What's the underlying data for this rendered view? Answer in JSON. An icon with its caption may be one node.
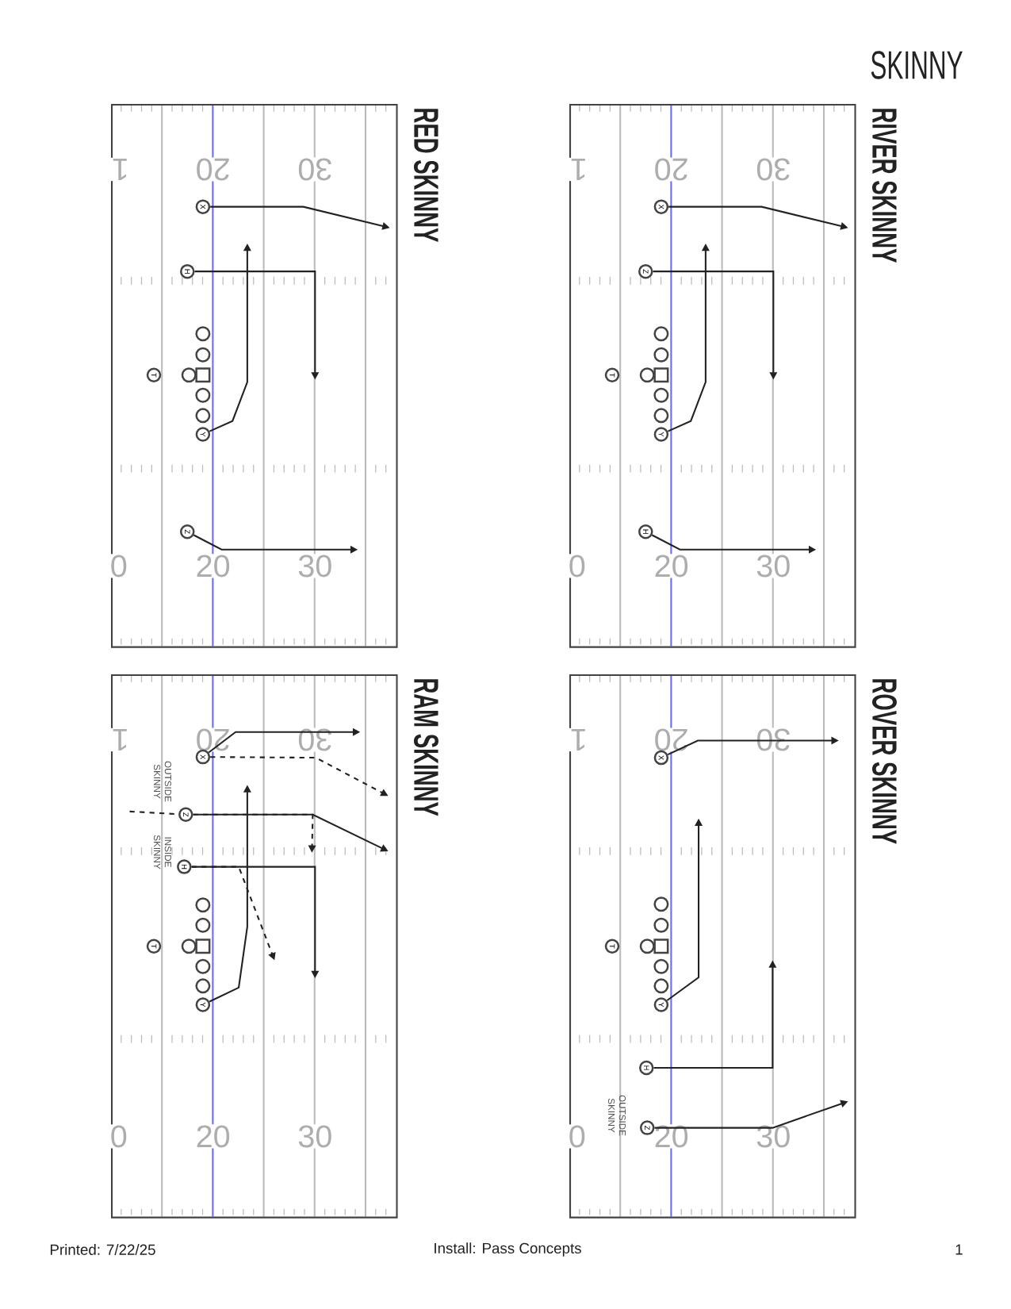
{
  "diagram": {
    "title": "SKINNY",
    "nodes": [
      {
        "text": [
          "RED SKINNY",
          "1",
          "20",
          "30",
          "0",
          "20",
          "30"
        ]
      },
      {
        "text": [
          "X"
        ],
        "in": 0
      },
      {
        "text": [
          "H"
        ],
        "in": 0
      },
      {
        "text": [],
        "shape": "circle",
        "in": 0
      },
      {
        "text": [],
        "shape": "circle",
        "in": 0
      },
      {
        "text": [
          "T"
        ],
        "in": 0
      },
      {
        "text": [],
        "shape": "circle",
        "in": 0
      },
      {
        "text": [],
        "shape": "box",
        "in": 0
      },
      {
        "text": [],
        "shape": "circle",
        "in": 0
      },
      {
        "text": [],
        "shape": "circle",
        "in": 0
      },
      {
        "text": [
          "Y"
        ],
        "in": 0
      },
      {
        "text": [
          "Z"
        ],
        "in": 0
      },
      {
        "text": [
          "RIVER SKINNY",
          "1",
          "20",
          "30",
          "0",
          "20",
          "30"
        ]
      },
      {
        "text": [
          "X"
        ],
        "in": 12
      },
      {
        "text": [
          "Z"
        ],
        "in": 12
      },
      {
        "text": [],
        "shape": "circle",
        "in": 12
      },
      {
        "text": [],
        "shape": "circle",
        "in": 12
      },
      {
        "text": [
          "T"
        ],
        "in": 12
      },
      {
        "text": [],
        "shape": "circle",
        "in": 12
      },
      {
        "text": [],
        "shape": "box",
        "in": 12
      },
      {
        "text": [],
        "shape": "circle",
        "in": 12
      },
      {
        "text": [],
        "shape": "circle",
        "in": 12
      },
      {
        "text": [
          "Y"
        ],
        "in": 12
      },
      {
        "text": [
          "H"
        ],
        "in": 12
      },
      {
        "text": [
          "RAM SKINNY",
          "1",
          "20",
          "30",
          "0",
          "20",
          "30"
        ]
      },
      {
        "text": [
          "X"
        ],
        "in": 24
      },
      {
        "text": [
          "Z"
        ],
        "in": 24
      },
      {
        "text": [
          "H"
        ],
        "in": 24
      },
      {
        "text": [],
        "shape": "circle",
        "in": 24
      },
      {
        "text": [],
        "shape": "circle",
        "in": 24
      },
      {
        "text": [
          "T"
        ],
        "in": 24
      },
      {
        "text": [],
        "shape": "circle",
        "in": 24
      },
      {
        "text": [],
        "shape": "box",
        "in": 24
      },
      {
        "text": [],
        "shape": "circle",
        "in": 24
      },
      {
        "text": [],
        "shape": "circle",
        "in": 24
      },
      {
        "text": [
          "Y"
        ],
        "in": 24
      },
      {
        "text": [
          "ROVER SKINNY",
          "1",
          "20",
          "30",
          "0",
          "20",
          "30"
        ]
      },
      {
        "text": [
          "X"
        ],
        "in": 36
      },
      {
        "text": [],
        "shape": "circle",
        "in": 36
      },
      {
        "text": [],
        "shape": "circle",
        "in": 36
      },
      {
        "text": [
          "T"
        ],
        "in": 36
      },
      {
        "text": [],
        "shape": "circle",
        "in": 36
      },
      {
        "text": [],
        "shape": "box",
        "in": 36
      },
      {
        "text": [],
        "shape": "circle",
        "in": 36
      },
      {
        "text": [],
        "shape": "circle",
        "in": 36
      },
      {
        "text": [
          "Y"
        ],
        "in": 36
      },
      {
        "text": [
          "H"
        ],
        "in": 36
      },
      {
        "text": [
          "Z"
        ],
        "in": 36
      }
    ],
    "edges": [
      {
        "from": 1,
        "to": null,
        "arrow": "to"
      },
      {
        "from": 2,
        "to": null,
        "arrow": "to"
      },
      {
        "from": 10,
        "to": null,
        "arrow": "to"
      },
      {
        "from": 11,
        "to": null,
        "arrow": "to"
      },
      {
        "from": 13,
        "to": null,
        "arrow": "to"
      },
      {
        "from": 14,
        "to": null,
        "arrow": "to"
      },
      {
        "from": 22,
        "to": null,
        "arrow": "to"
      },
      {
        "from": 23,
        "to": null,
        "arrow": "to"
      },
      {
        "from": 25,
        "to": null,
        "arrow": "to"
      },
      {
        "from": 25,
        "to": null,
        "arrow": "to",
        "style": "dashed"
      },
      {
        "from": null,
        "to": 26,
        "arrow": "none",
        "style": "dashed"
      },
      {
        "from": 26,
        "to": null,
        "arrow": "to"
      },
      {
        "from": 26,
        "to": null,
        "arrow": "to",
        "style": "dashed"
      },
      {
        "from": 27,
        "to": null,
        "arrow": "to"
      },
      {
        "from": 27,
        "to": null,
        "arrow": "to",
        "style": "dashed"
      },
      {
        "from": 35,
        "to": null,
        "arrow": "to"
      },
      {
        "from": 37,
        "to": null,
        "arrow": "to"
      },
      {
        "from": 45,
        "to": null,
        "arrow": "to"
      },
      {
        "from": 46,
        "to": null,
        "arrow": "to"
      },
      {
        "from": 47,
        "to": null,
        "arrow": "to"
      }
    ],
    "labels": [
      "OUTSIDE SKINNY",
      "INSIDE SKINNY",
      "OUTSIDE SKINNY",
      "Printed: 7/22/25",
      "Install: Pass Concepts",
      "1"
    ]
  }
}
